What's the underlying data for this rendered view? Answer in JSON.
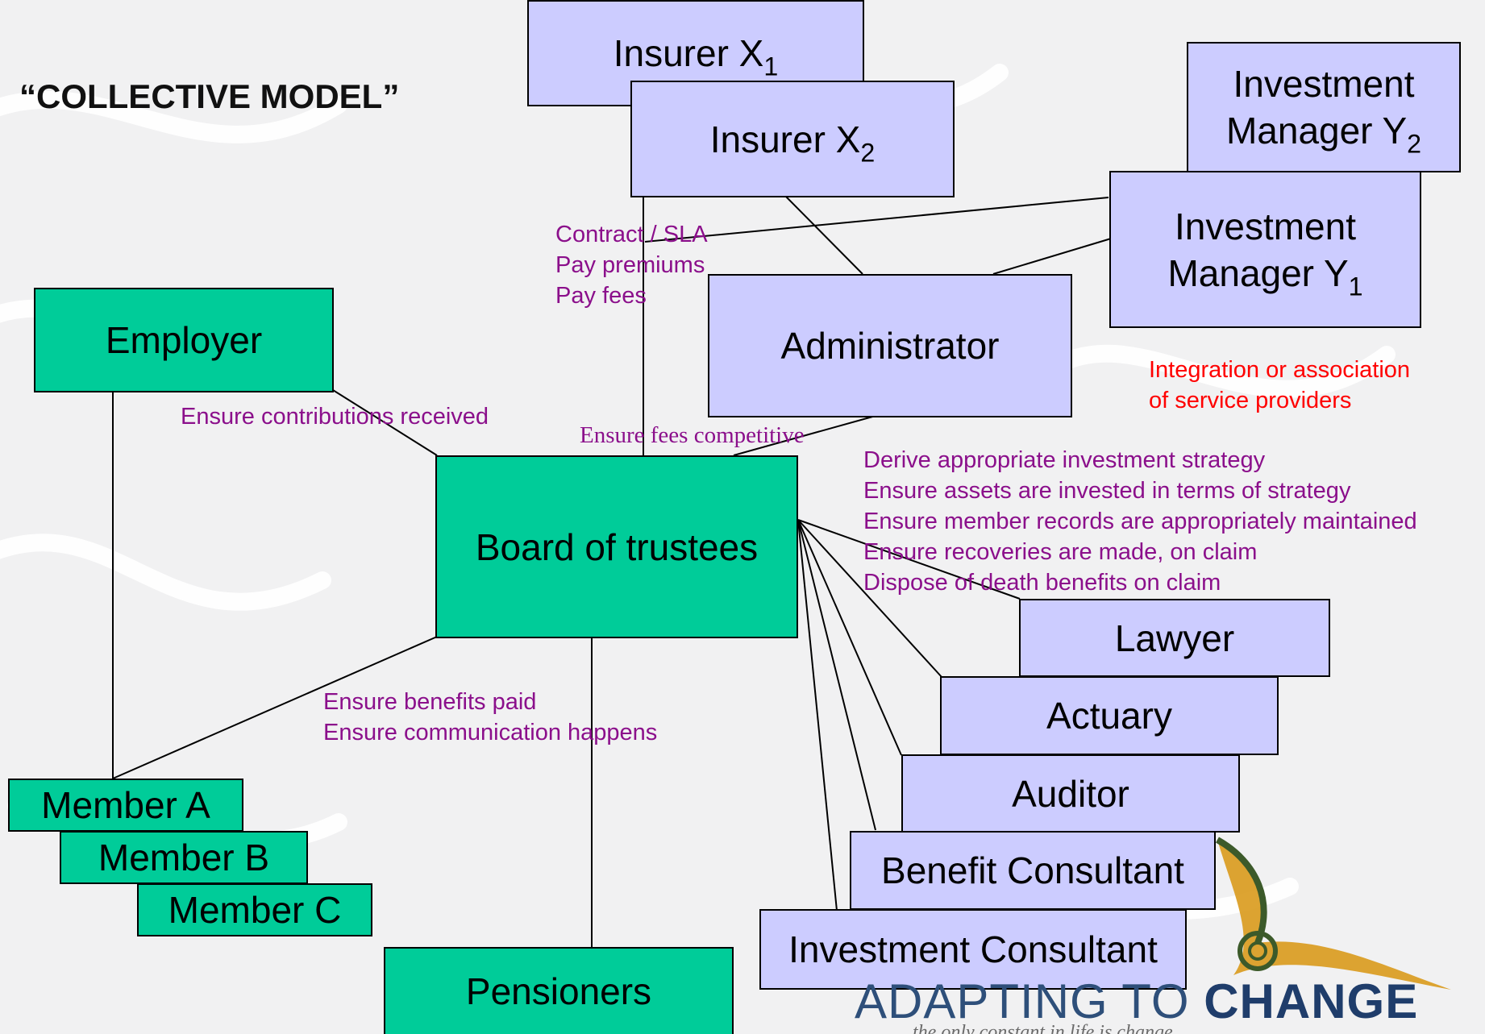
{
  "title": "“COLLECTIVE MODEL”",
  "colors": {
    "provider_fill": "#ccccff",
    "party_fill": "#00cc99",
    "note_purple": "#8b0f8b",
    "note_red": "#ff0000"
  },
  "providers": {
    "insurer_x1": {
      "text": "Insurer X",
      "sub": "1"
    },
    "insurer_x2": {
      "text": "Insurer X",
      "sub": "2"
    },
    "invest_y2": {
      "line1": "Investment",
      "line2": "Manager Y",
      "sub": "2"
    },
    "invest_y1": {
      "line1": "Investment",
      "line2": "Manager Y",
      "sub": "1"
    },
    "administrator": "Administrator",
    "lawyer": "Lawyer",
    "actuary": "Actuary",
    "auditor": "Auditor",
    "benefit_consultant": "Benefit Consultant",
    "investment_consultant": "Investment Consultant"
  },
  "parties": {
    "employer": "Employer",
    "board": "Board of trustees",
    "member_a": "Member A",
    "member_b": "Member B",
    "member_c": "Member C",
    "pensioners": "Pensioners"
  },
  "notes": {
    "contract": [
      "Contract / SLA",
      "Pay premiums",
      "Pay fees"
    ],
    "contributions": "Ensure contributions received",
    "fees": "Ensure fees competitive",
    "integration": [
      "Integration or association",
      "of service providers"
    ],
    "duties": [
      "Derive appropriate investment strategy",
      "Ensure assets are invested in terms of strategy",
      "Ensure member records are appropriately maintained",
      "Ensure recoveries are made, on claim",
      "Dispose of death benefits on claim"
    ],
    "benefits": [
      "Ensure benefits paid",
      "Ensure communication happens"
    ]
  },
  "logo": {
    "word1": "ADAPTING TO",
    "word2": "CHANGE",
    "tagline": "the only constant in life is change"
  }
}
